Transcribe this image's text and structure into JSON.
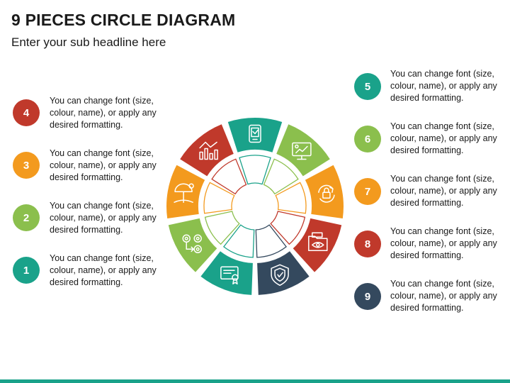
{
  "header": {
    "title": "9 PIECES CIRCLE DIAGRAM",
    "subtitle": "Enter your sub headline here"
  },
  "colors": {
    "teal": "#1aa28a",
    "green": "#8bbf4d",
    "orange": "#f39a1e",
    "red": "#c0392b",
    "navy": "#34495e"
  },
  "segments": [
    {
      "number": "1",
      "text": "You can change font (size, colour, name), or apply any desired formatting.",
      "color": "#1aa28a",
      "icon": "certificate-icon"
    },
    {
      "number": "2",
      "text": "You can change font (size, colour, name), or apply any desired formatting.",
      "color": "#8bbf4d",
      "icon": "gears-process-icon"
    },
    {
      "number": "3",
      "text": "You can change font (size, colour, name), or apply any desired formatting.",
      "color": "#f39a1e",
      "icon": "beach-umbrella-icon"
    },
    {
      "number": "4",
      "text": "You can change font (size, colour, name), or apply any desired formatting.",
      "color": "#c0392b",
      "icon": "bar-chart-icon"
    },
    {
      "number": "5",
      "text": "You can change font (size, colour, name), or apply any desired formatting.",
      "color": "#1aa28a",
      "icon": "smartphone-icon"
    },
    {
      "number": "6",
      "text": "You can change font (size, colour, name), or apply any desired formatting.",
      "color": "#8bbf4d",
      "icon": "monitor-dashboard-icon"
    },
    {
      "number": "7",
      "text": "You can change font (size, colour, name), or apply any desired formatting.",
      "color": "#f39a1e",
      "icon": "refresh-lock-icon"
    },
    {
      "number": "8",
      "text": "You can change font (size, colour, name), or apply any desired formatting.",
      "color": "#c0392b",
      "icon": "folder-eye-icon"
    },
    {
      "number": "9",
      "text": "You can change font (size, colour, name), or apply any desired formatting.",
      "color": "#34495e",
      "icon": "shield-check-icon"
    }
  ]
}
